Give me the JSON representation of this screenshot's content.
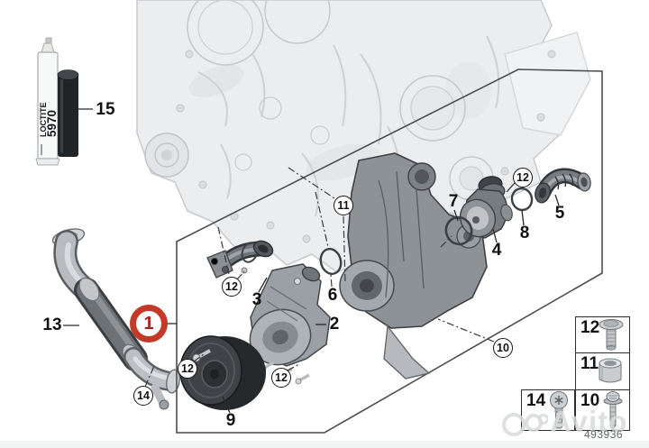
{
  "diagram": {
    "kind": "exploded-parts-diagram",
    "subject": "engine cooling system water pump assembly"
  },
  "loctite": {
    "brand": "LOCTITE",
    "code": "5970"
  },
  "callouts": {
    "n1": "1",
    "n2": "2",
    "n3": "3",
    "n4": "4",
    "n5": "5",
    "n6": "6",
    "n7": "7",
    "n8": "8",
    "n9": "9",
    "n10": "10",
    "n11": "11",
    "n12": "12",
    "n13": "13",
    "n14": "14",
    "n15": "15"
  },
  "legend_table": {
    "cells": [
      {
        "number": "12",
        "glyph": "flanged-bolt-icon"
      },
      {
        "number": "11",
        "glyph": "spacer-sleeve-icon"
      },
      {
        "number": "14",
        "glyph": "torx-screw-icon"
      },
      {
        "number": "10",
        "glyph": "small-flanged-bolt-icon"
      }
    ]
  },
  "watermark": {
    "brand": "Avito",
    "listing_number": "493936"
  },
  "colors": {
    "highlight_red": "#c23b28",
    "outline": "#4d4d4d",
    "block_gray": "#ecedef",
    "part_gray": "#8d9297"
  }
}
